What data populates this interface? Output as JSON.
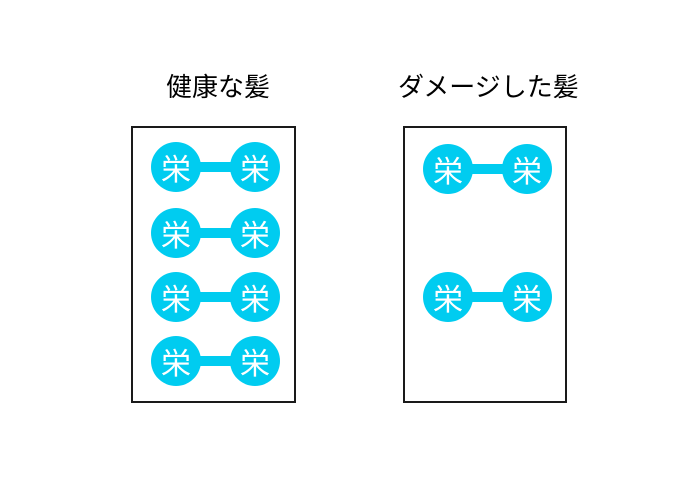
{
  "diagram": {
    "background_color": "#ffffff",
    "box_border_color": "#1a1a1a",
    "bond": {
      "label": "栄",
      "label_color": "#ffffff",
      "fill_color": "#00ccf0"
    },
    "panels": [
      {
        "id": "healthy-hair",
        "title": "健康な髪",
        "bond_count": 4,
        "bond_centers_y": [
          41,
          107,
          171,
          235
        ]
      },
      {
        "id": "damaged-hair",
        "title": "ダメージした髪",
        "bond_count": 2,
        "bond_centers_y": [
          43,
          171
        ]
      }
    ]
  }
}
